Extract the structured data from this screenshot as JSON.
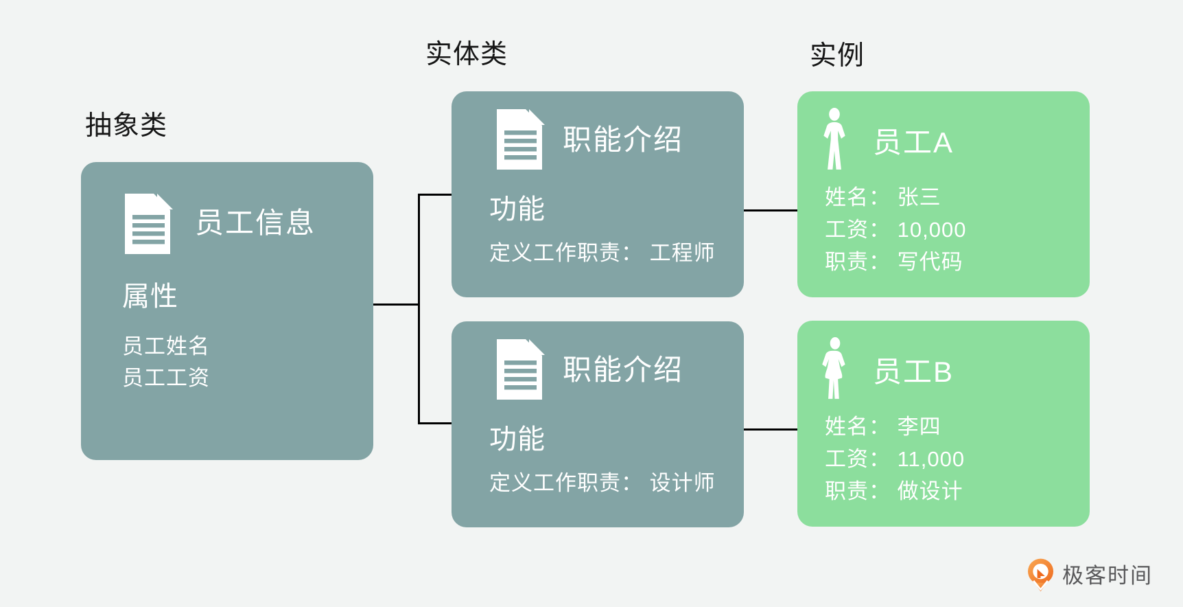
{
  "labels": {
    "abstract": "抽象类",
    "entity": "实体类",
    "instance": "实例"
  },
  "abstract_box": {
    "icon": "document-icon",
    "title": "员工信息",
    "section": "属性",
    "lines": [
      "员工姓名",
      "员工工资"
    ]
  },
  "entity_boxes": [
    {
      "icon": "document-icon",
      "title": "职能介绍",
      "section": "功能",
      "line": "定义工作职责： 工程师"
    },
    {
      "icon": "document-icon",
      "title": "职能介绍",
      "section": "功能",
      "line": "定义工作职责： 设计师"
    }
  ],
  "instance_boxes": [
    {
      "icon": "male-person-icon",
      "title": "员工A",
      "lines": [
        "姓名： 张三",
        "工资： 10,000",
        "职责： 写代码"
      ]
    },
    {
      "icon": "female-person-icon",
      "title": "员工B",
      "lines": [
        "姓名： 李四",
        "工资： 11,000",
        "职责： 做设计"
      ]
    }
  ],
  "logo": {
    "icon": "geektime-logo-icon",
    "text": "极客时间"
  },
  "colors": {
    "background": "#f2f4f3",
    "teal": "#83a4a5",
    "green": "#8cde9d",
    "connector": "#000000",
    "label_text": "#161616",
    "box_text": "#ffffff",
    "logo_orange": "#ee6a1f",
    "logo_orange_light": "#f9a853",
    "logo_text_color": "#58585a"
  }
}
